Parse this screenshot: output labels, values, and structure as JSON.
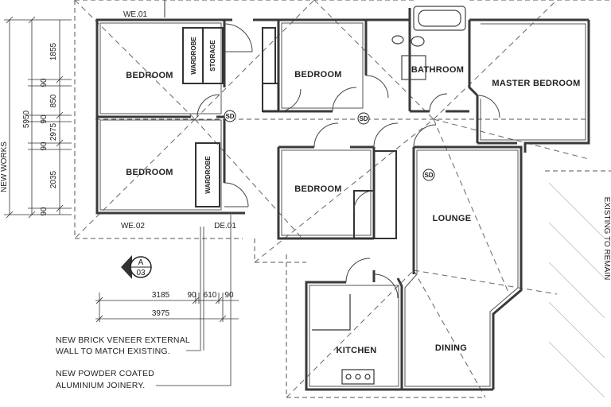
{
  "rooms": {
    "bedroom_nw": "BEDROOM",
    "bedroom_sw": "BEDROOM",
    "bedroom_n": "BEDROOM",
    "bedroom_mid": "BEDROOM",
    "bathroom": "BATHROOM",
    "master": "MASTER BEDROOM",
    "lounge": "LOUNGE",
    "kitchen": "KITCHEN",
    "dining": "DINING"
  },
  "fixtures": {
    "wardrobe_top": "WARDROBE",
    "storage": "STORAGE",
    "wardrobe_bottom": "WARDROBE"
  },
  "tags": {
    "we01": "WE.01",
    "we02": "WE.02",
    "de01": "DE.01",
    "sd1": "SD",
    "sd2": "SD",
    "sd3": "SD",
    "section_letter": "A",
    "section_number": "03"
  },
  "dimensions": {
    "overall": "5950",
    "new_works": "NEW WORKS",
    "vertical": [
      "1855",
      "90",
      "850",
      "90",
      "2975",
      "90",
      "2035",
      "90"
    ],
    "horizontal_top": [
      "3185",
      "90",
      "610",
      "90"
    ],
    "horizontal_total": "3975"
  },
  "notes": {
    "brick_1": "NEW BRICK VENEER EXTERNAL",
    "brick_2": "WALL TO MATCH EXISTING.",
    "joinery_1": "NEW POWDER COATED",
    "joinery_2": "ALUMINIUM JOINERY."
  },
  "edge_text": "EXISTING TO REMAIN"
}
